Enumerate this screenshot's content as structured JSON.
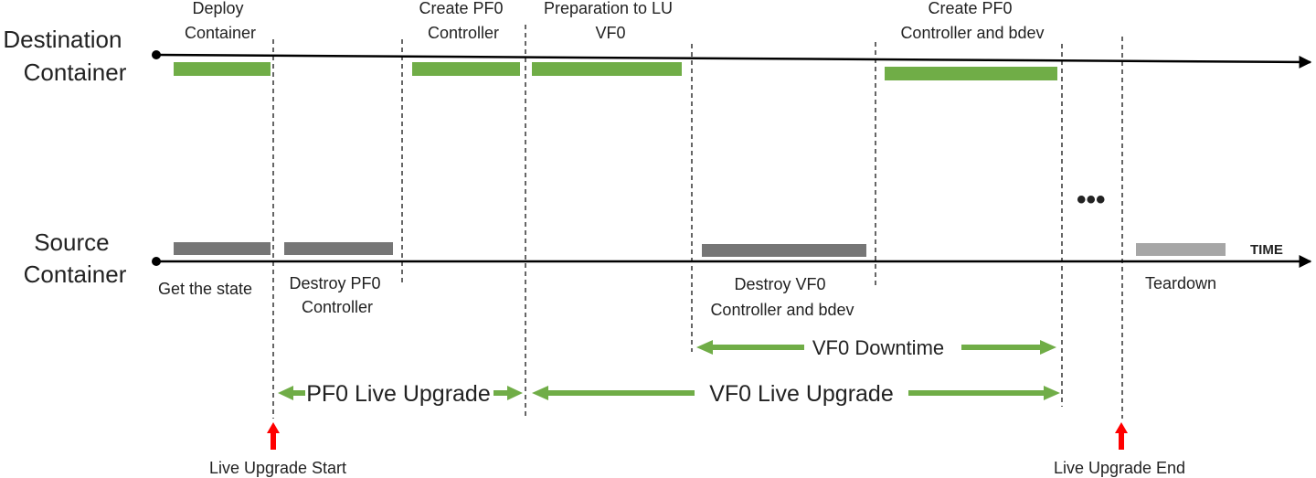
{
  "lanes": {
    "destination": [
      "Destination",
      "Container"
    ],
    "source": [
      "Source",
      "Container"
    ]
  },
  "time_label": "TIME",
  "ellipsis": "•••",
  "steps": {
    "deploy_container": [
      "Deploy",
      "Container"
    ],
    "create_pf0_controller": [
      "Create PF0",
      "Controller"
    ],
    "preparation_lu_vf0": [
      "Preparation to LU",
      "VF0"
    ],
    "create_pf0_controller_bdev": [
      "Create PF0",
      "Controller and bdev"
    ],
    "get_state": [
      "Get the state"
    ],
    "destroy_pf0_controller": [
      "Destroy PF0",
      "Controller"
    ],
    "destroy_vf0_controller_bdev": [
      "Destroy VF0",
      "Controller and bdev"
    ],
    "teardown": [
      "Teardown"
    ]
  },
  "spans": {
    "vf0_downtime": "VF0 Downtime",
    "pf0_live_upgrade": "PF0 Live Upgrade",
    "vf0_live_upgrade": "VF0 Live Upgrade"
  },
  "markers": {
    "start": "Live Upgrade Start",
    "end": "Live Upgrade End"
  },
  "colors": {
    "destination_bar": "#70ad47",
    "source_bar": "#767676",
    "teardown_bar": "#a6a6a6",
    "span_arrow": "#70ad47",
    "marker_arrow": "#ff0000",
    "axis": "#000000"
  }
}
